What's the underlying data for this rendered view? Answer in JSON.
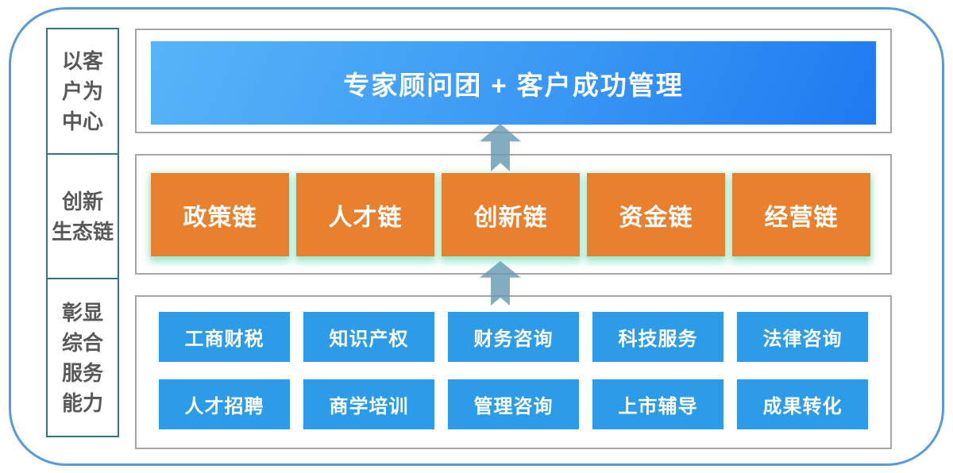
{
  "left_labels": [
    {
      "text": "以客\n户为\n中心"
    },
    {
      "text": "创新\n生态链"
    },
    {
      "text": "彰显\n综合\n服务\n能力"
    }
  ],
  "banner": {
    "text": "专家顾问团 + 客户成功管理"
  },
  "chains": [
    "政策链",
    "人才链",
    "创新链",
    "资金链",
    "经营链"
  ],
  "services": {
    "row1": [
      "工商财税",
      "知识产权",
      "财务咨询",
      "科技服务",
      "法律咨询"
    ],
    "row2": [
      "人才招聘",
      "商学培训",
      "管理咨询",
      "上市辅导",
      "成果转化"
    ]
  },
  "icons": {
    "arrow_up_1": "up-arrow-icon",
    "arrow_up_2": "up-arrow-icon"
  },
  "colors": {
    "outer_border": "#5B9BD5",
    "panel_border": "#A6A6A6",
    "label_border": "#31767C",
    "label_text": "#595959",
    "banner_gradient_from": "#57B4F8",
    "banner_gradient_to": "#1E7AF0",
    "chain_bg": "#E8802E",
    "chain_glow": "#96E8C8",
    "service_bg": "#2D9CE8",
    "arrow_fill": "#689BB1",
    "text_on_color": "#FFFFFF"
  }
}
